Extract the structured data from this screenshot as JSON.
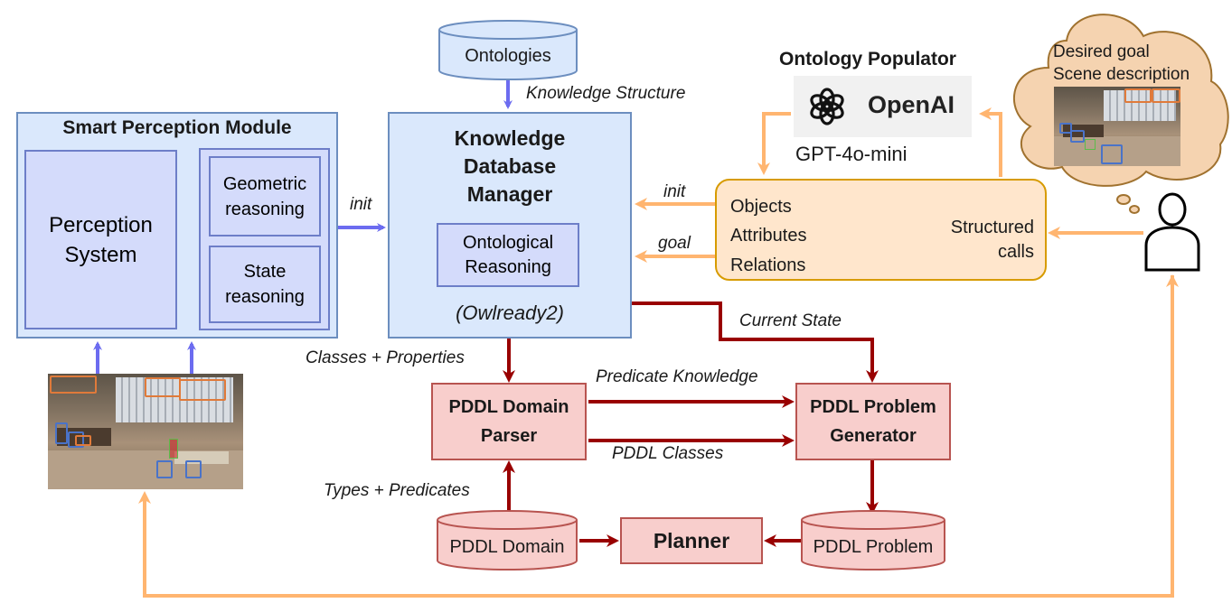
{
  "colors": {
    "blue_fill": "#dae8fc",
    "blue_border": "#6c8ebf",
    "inner_fill": "#d4dbfb",
    "inner_border": "#6d7ec8",
    "arrow_blue": "#6c6cf0",
    "arrow_red": "#990000",
    "arrow_orange": "#ffb570",
    "red_fill": "#f8cecc",
    "red_border": "#b85450",
    "orange_fill": "#ffe6cc",
    "orange_border": "#d79b00",
    "cloud_fill": "#f5d3b0",
    "cloud_border": "#a0722f"
  },
  "ontologies": {
    "label": "Ontologies"
  },
  "knowledge_structure": {
    "label": "Knowledge Structure"
  },
  "perception_module": {
    "title": "Smart Perception Module",
    "system": [
      "Perception",
      "System"
    ],
    "geometric": [
      "Geometric",
      "reasoning"
    ],
    "state": [
      "State",
      "reasoning"
    ]
  },
  "kdm": {
    "title": [
      "Knowledge",
      "Database",
      "Manager"
    ],
    "ontological": [
      "Ontological",
      "Reasoning"
    ],
    "lib": "(Owlready2)"
  },
  "populator": {
    "title": "Ontology Populator",
    "brand": "OpenAI",
    "model": "GPT-4o-mini"
  },
  "structured_box": {
    "items": [
      "Objects",
      "Attributes",
      "Relations"
    ],
    "right": [
      "Structured",
      "calls"
    ]
  },
  "cloud": {
    "lines": [
      "Desired goal",
      "Scene description"
    ]
  },
  "edges": {
    "init_left": "init",
    "init_right": "init",
    "goal": "goal",
    "current_state": "Current State",
    "classes_properties": "Classes + Properties",
    "predicate_knowledge": "Predicate Knowledge",
    "pddl_classes": "PDDL Classes",
    "types_predicates": "Types + Predicates"
  },
  "pddl_domain_parser": [
    "PDDL Domain",
    "Parser"
  ],
  "pddl_problem_generator": [
    "PDDL Problem",
    "Generator"
  ],
  "pddl_domain": "PDDL Domain",
  "pddl_problem": "PDDL Problem",
  "planner": "Planner"
}
